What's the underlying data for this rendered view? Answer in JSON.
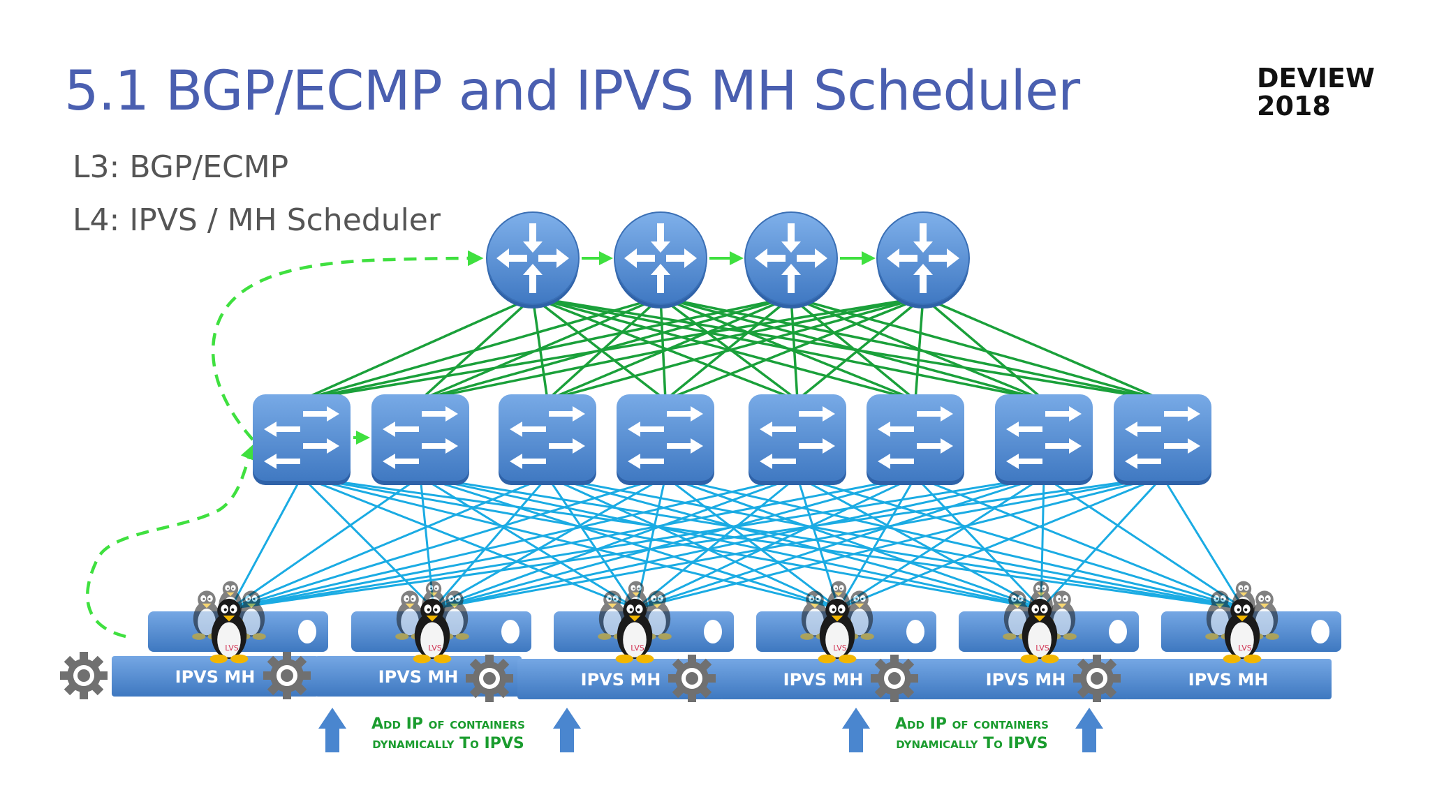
{
  "slide": {
    "title": "5.1 BGP/ECMP and IPVS MH Scheduler",
    "brand": [
      "DEVIEW",
      "2018"
    ],
    "subtitles": [
      "L3: BGP/ECMP",
      "L4: IPVS / MH Scheduler"
    ]
  },
  "diagram": {
    "routers": 4,
    "switches": 8,
    "node_groups": 6,
    "node_label": "IPVS MH",
    "container_badge": "LVS",
    "notes": [
      [
        "Add IP of containers",
        "dynamically To IPVS"
      ],
      [
        "Add IP of containers",
        "dynamically To IPVS"
      ]
    ]
  },
  "colors": {
    "title": "#4a5fb0",
    "router": "#5b93d6",
    "switch": "#5b93d6",
    "router_links": "#1aa03a",
    "switch_links": "#1aabe3",
    "bgp_path": "#3fe03f",
    "note_text": "#1a9c2e",
    "arrow": "#4a86cf",
    "gear": "#707070"
  }
}
